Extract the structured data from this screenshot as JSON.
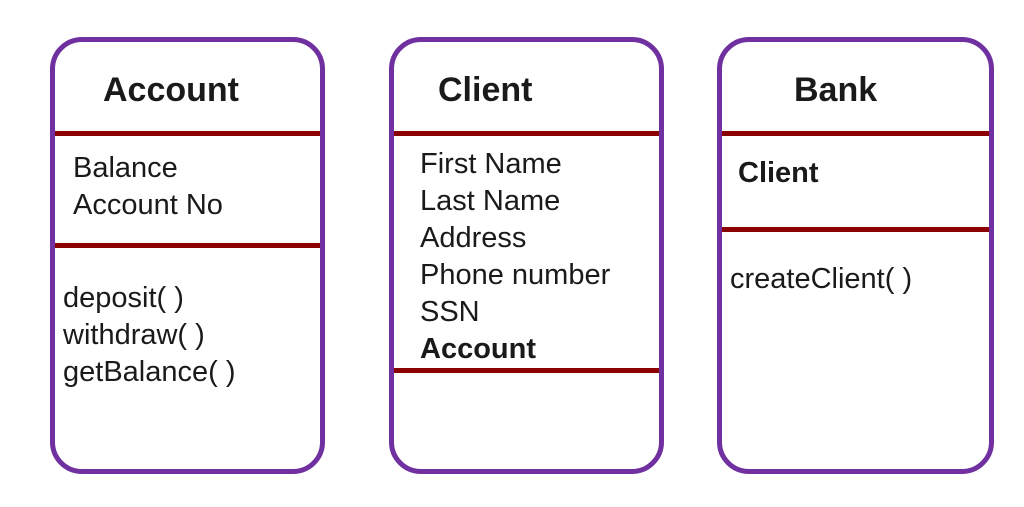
{
  "colors": {
    "border": "#7030A0",
    "divider": "#8B0000",
    "text": "#1A1A1A",
    "background": "#FFFFFF"
  },
  "classes": [
    {
      "name": "Account",
      "attributes": [
        "Balance",
        "Account No"
      ],
      "methods": [
        "deposit( )",
        "withdraw( )",
        "getBalance( )"
      ]
    },
    {
      "name": "Client",
      "attributes": [
        "First Name",
        "Last Name",
        "Address",
        "Phone number",
        "SSN",
        "Account"
      ],
      "methods": []
    },
    {
      "name": "Bank",
      "attributes": [
        "Client"
      ],
      "methods": [
        "createClient( )"
      ]
    }
  ]
}
